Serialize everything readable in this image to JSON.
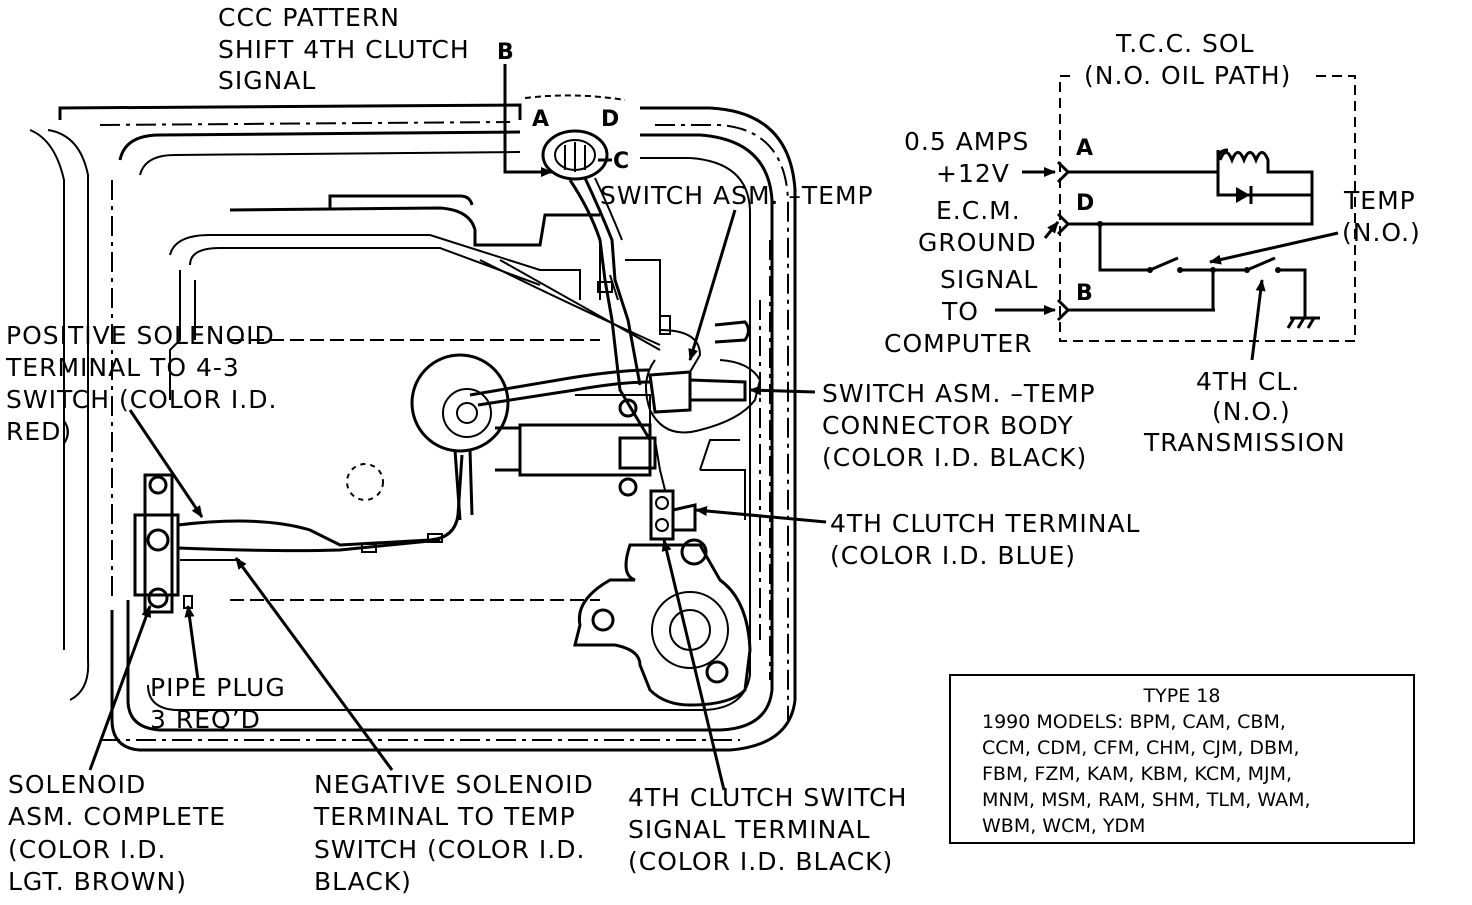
{
  "callouts": {
    "ccc_pattern": [
      "CCC PATTERN",
      "SHIFT 4TH CLUTCH",
      "SIGNAL"
    ],
    "ccc_pin": "B",
    "connector_pins": {
      "a": "A",
      "d": "D",
      "c": "C"
    },
    "switch_asm_temp": "SWITCH ASM. –TEMP",
    "positive_solenoid": [
      "POSITIVE SOLENOID",
      "TERMINAL TO 4-3",
      "SWITCH (COLOR I.D.",
      "RED)"
    ],
    "connector_body": [
      "SWITCH ASM. –TEMP",
      "CONNECTOR BODY",
      "(COLOR I.D. BLACK)"
    ],
    "clutch_terminal": [
      "4TH CLUTCH TERMINAL",
      "(COLOR I.D. BLUE)"
    ],
    "pipe_plug": [
      "PIPE PLUG",
      "3 REQ’D"
    ],
    "solenoid_asm": [
      "SOLENOID",
      "ASM. COMPLETE",
      "(COLOR I.D.",
      "LGT. BROWN)"
    ],
    "negative_solenoid": [
      "NEGATIVE SOLENOID",
      "TERMINAL TO TEMP",
      "SWITCH (COLOR I.D.",
      "BLACK)"
    ],
    "clutch_switch_signal": [
      "4TH CLUTCH SWITCH",
      "SIGNAL TERMINAL",
      "(COLOR I.D. BLACK)"
    ]
  },
  "schematic": {
    "title": [
      "T.C.C. SOL",
      "(N.O. OIL PATH)"
    ],
    "input_a": [
      "0.5 AMPS",
      "+12V"
    ],
    "input_d": [
      "E.C.M.",
      "GROUND"
    ],
    "input_b": [
      "SIGNAL",
      "TO",
      "COMPUTER"
    ],
    "pins": {
      "a": "A",
      "d": "D",
      "b": "B"
    },
    "temp_label": [
      "TEMP",
      "(N.O.)"
    ],
    "clutch_label": [
      "4TH CL.",
      "(N.O.)",
      "TRANSMISSION"
    ]
  },
  "type_box": {
    "lines": [
      "TYPE 18",
      "1990 MODELS: BPM, CAM, CBM,",
      "CCM, CDM, CFM, CHM, CJM, DBM,",
      "FBM, FZM, KAM, KBM, KCM, MJM,",
      "MNM, MSM, RAM, SHM, TLM, WAM,",
      "WBM, WCM, YDM"
    ]
  }
}
